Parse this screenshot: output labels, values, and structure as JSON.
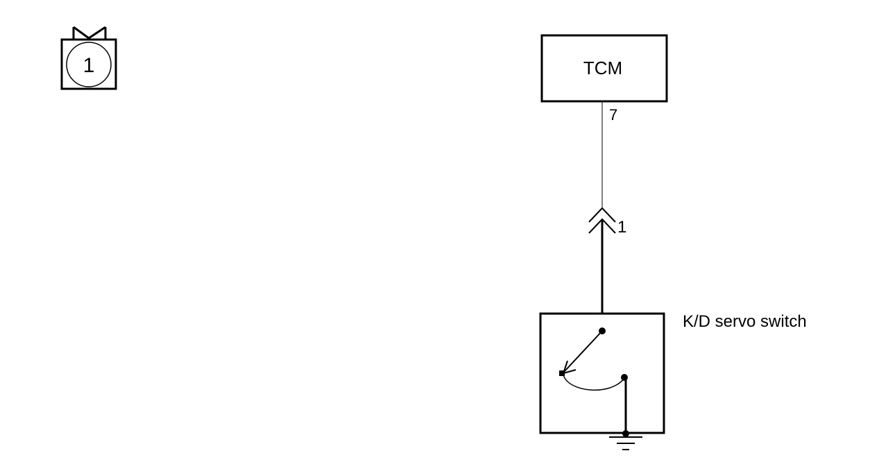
{
  "connector_icon": {
    "label": "1",
    "icon": "connector-icon"
  },
  "tcm": {
    "label": "TCM",
    "pin": "7"
  },
  "connector": {
    "pin": "1"
  },
  "switch": {
    "label": "K/D servo switch"
  },
  "colors": {
    "line": "#000000",
    "background": "#ffffff"
  }
}
